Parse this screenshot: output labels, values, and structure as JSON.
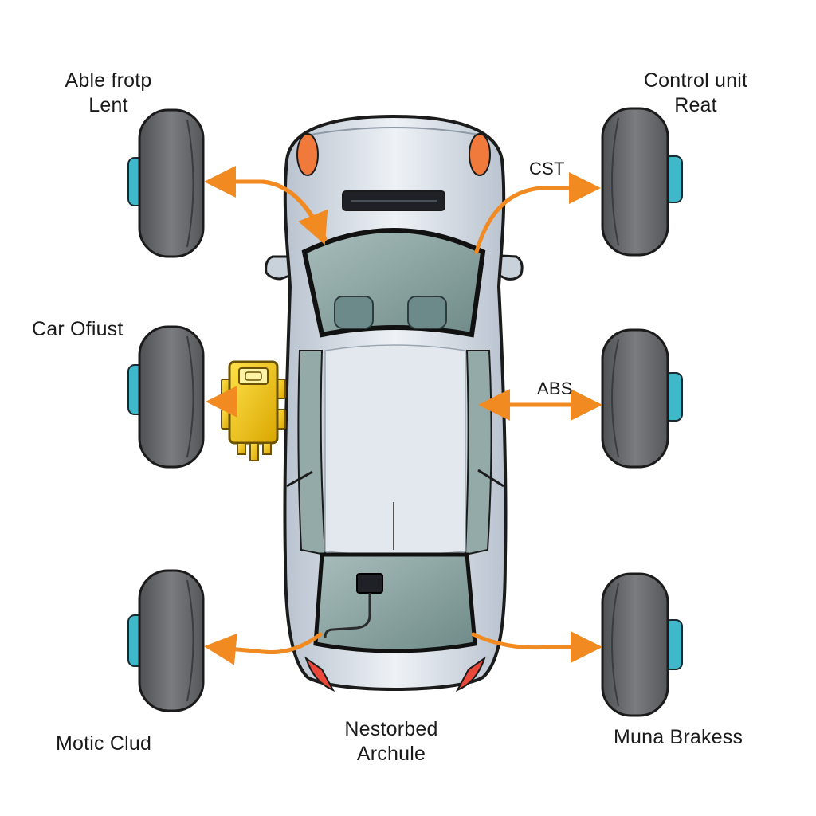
{
  "labels": {
    "front_left": [
      "Able frotp",
      "Lent"
    ],
    "front_right": [
      "Control unit",
      "Reat"
    ],
    "cst": "CST",
    "middle_left": "Car Ofiust",
    "abs": "ABS",
    "rear_left": "Motic Clud",
    "rear_center": [
      "Nestorbed",
      "Archule"
    ],
    "rear_right": "Muna Brakess"
  },
  "colors": {
    "arrow": "#f28a22",
    "tire": "#6a6c70",
    "hub": "#3fb8c9",
    "car_body": "#dde3ea",
    "glass": "#8fa8a6",
    "module": "#f2c400",
    "tail_light": "#e8473a"
  }
}
